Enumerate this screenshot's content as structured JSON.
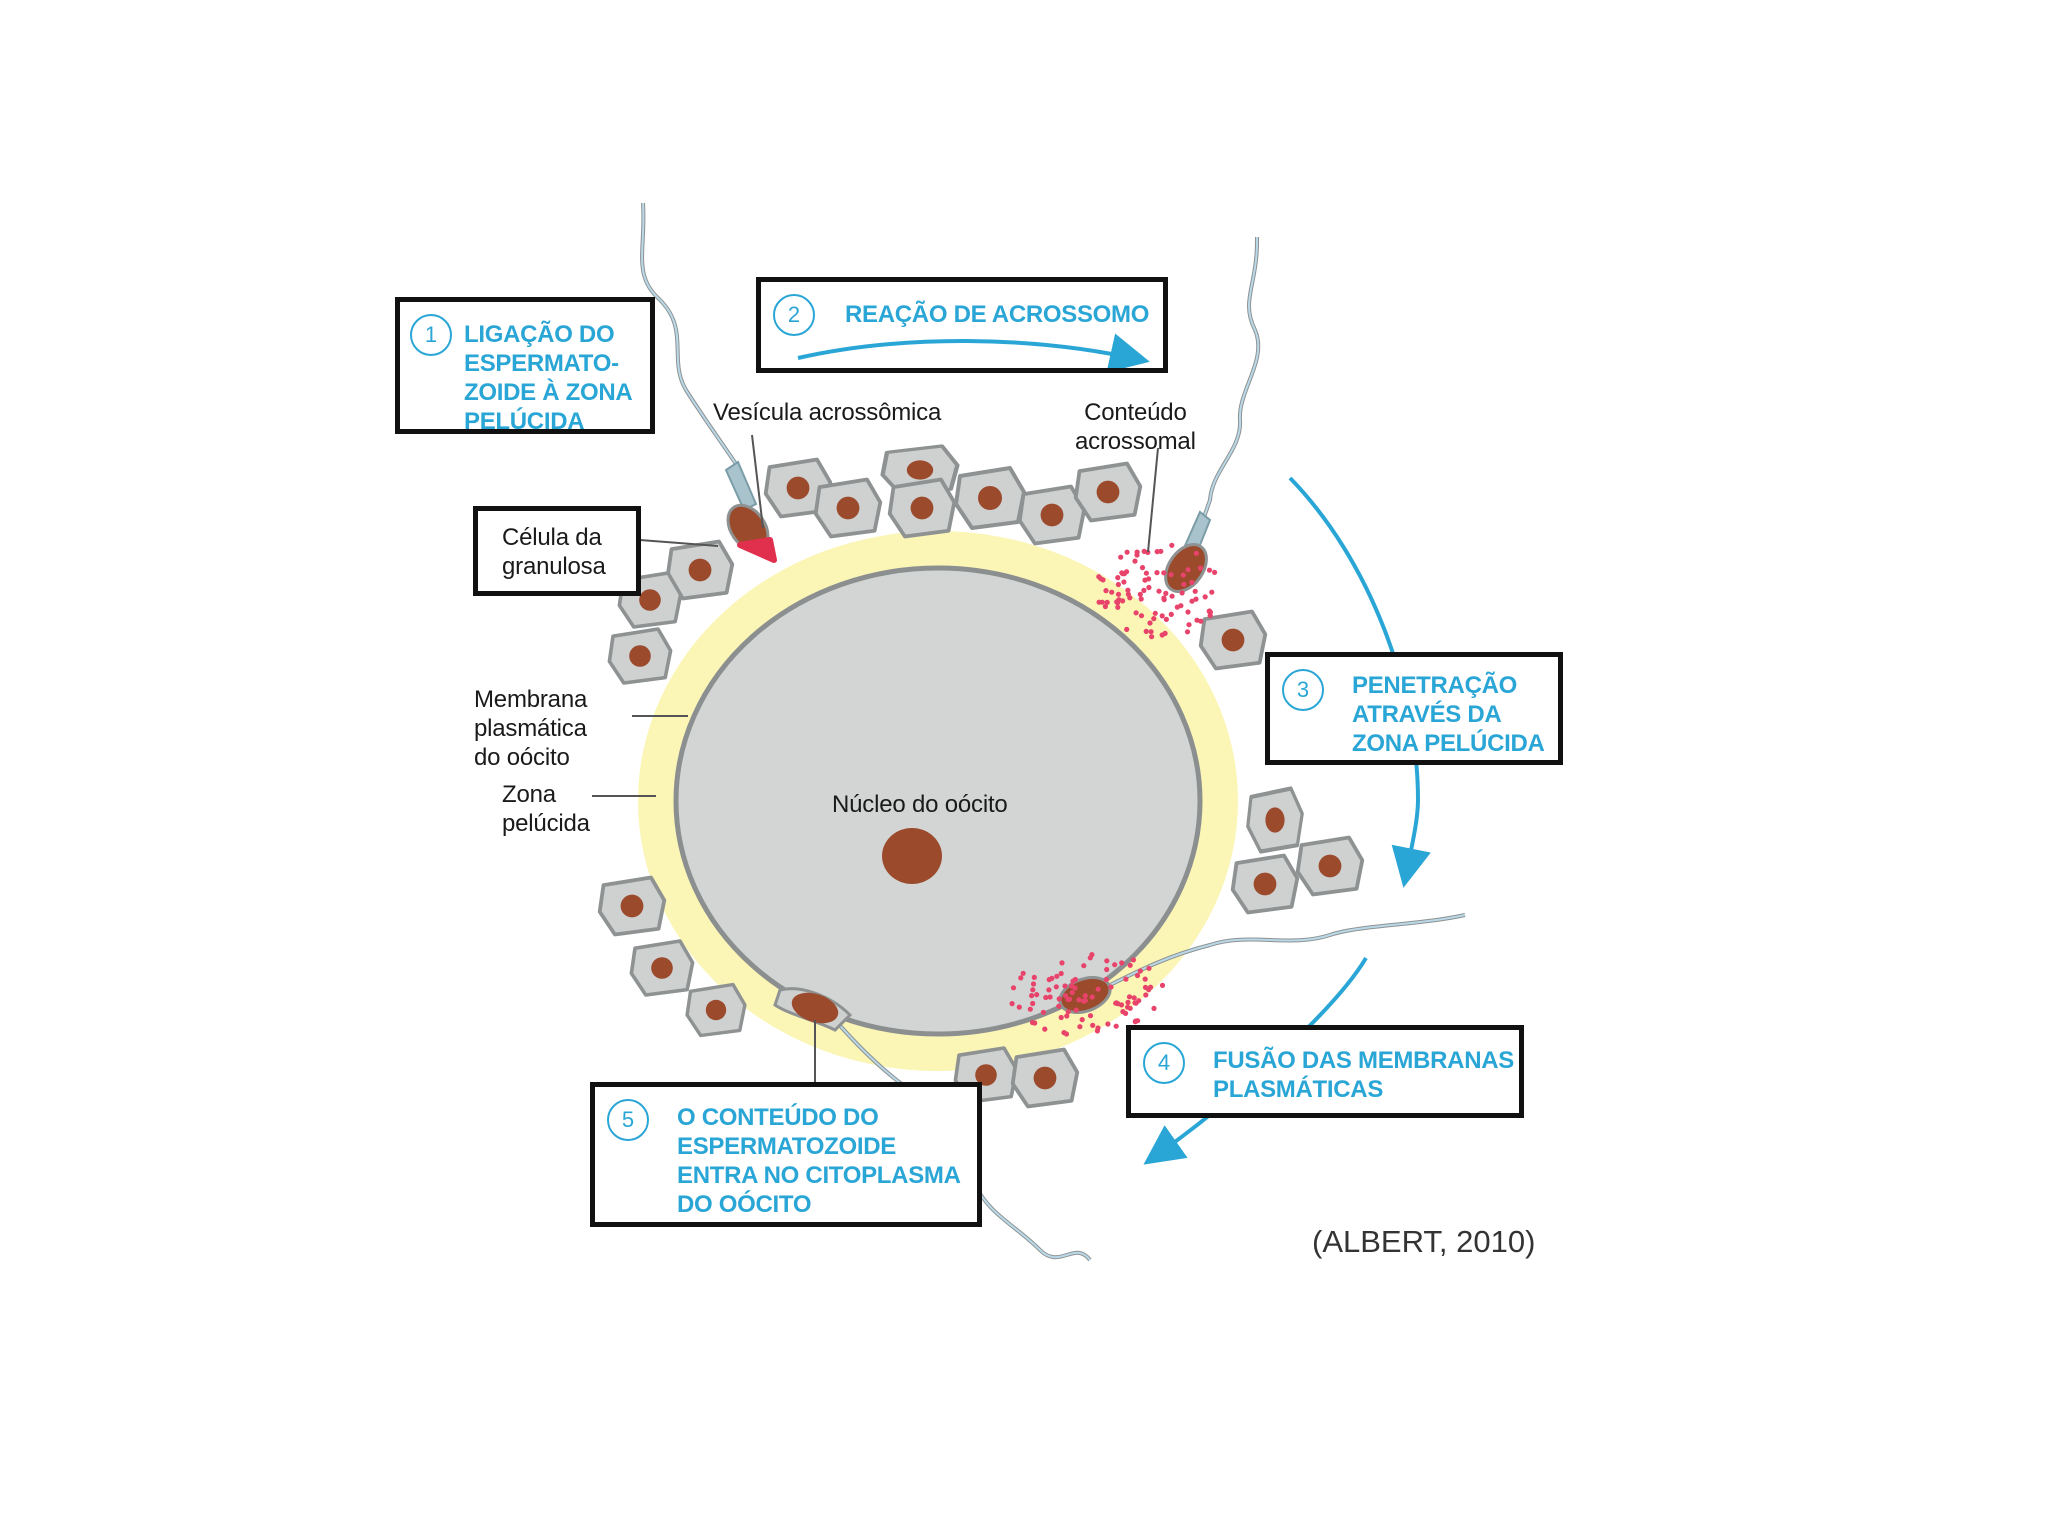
{
  "steps": [
    {
      "number": "1",
      "lines": [
        "LIGAÇÃO DO",
        "ESPERMATO-",
        "ZOIDE À ZONA",
        "PELÚCIDA"
      ]
    },
    {
      "number": "2",
      "lines": [
        "REAÇÃO DE ACROSSOMO"
      ]
    },
    {
      "number": "3",
      "lines": [
        "PENETRAÇÃO",
        "ATRAVÉS DA",
        "ZONA PELÚCIDA"
      ]
    },
    {
      "number": "4",
      "lines": [
        "FUSÃO DAS MEMBRANAS",
        "PLASMÁTICAS"
      ]
    },
    {
      "number": "5",
      "lines": [
        "O CONTEÚDO DO",
        "ESPERMATOZOIDE",
        "ENTRA NO CITOPLASMA",
        "DO OÓCITO"
      ]
    }
  ],
  "labels": {
    "vesicula": "Vesícula acrossômica",
    "conteudo": [
      "Conteúdo",
      "acrossomal"
    ],
    "celula": [
      "Célula da",
      "granulosa"
    ],
    "membrana": [
      "Membrana",
      "plasmática",
      "do oócito"
    ],
    "zona": [
      "Zona",
      "pelúcida"
    ],
    "nucleo": "Núcleo do oócito"
  },
  "citation": "(ALBERT, 2010)",
  "colors": {
    "accent_blue": "#2aa6d6",
    "zona_yellow": "#fbf5b6",
    "oocyte_gray": "#d3d5d5",
    "nucleus_brown": "#9b4a2c",
    "acrosome_red": "#e0304e",
    "dots_pink": "#e8436a"
  }
}
